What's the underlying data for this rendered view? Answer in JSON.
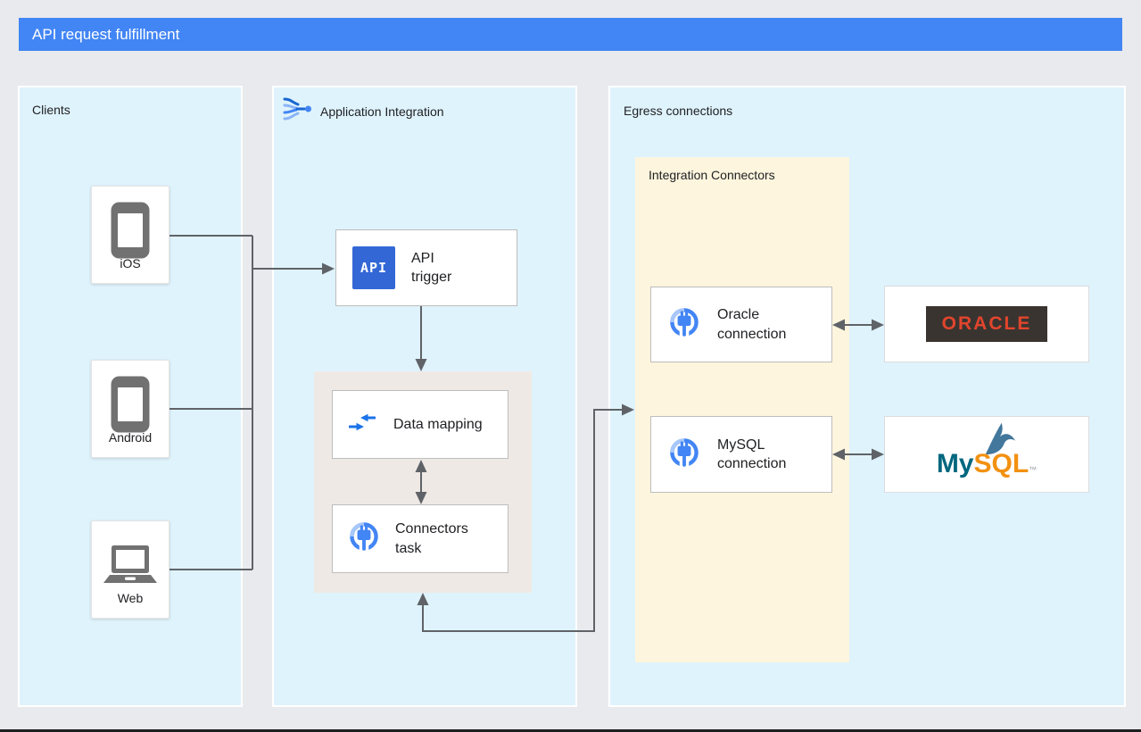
{
  "header": {
    "title": "API request fulfillment"
  },
  "panels": {
    "clients": {
      "label": "Clients"
    },
    "application_integration": {
      "label": "Application Integration",
      "icon": "application-integration-icon"
    },
    "egress": {
      "label": "Egress connections"
    }
  },
  "clients": {
    "items": [
      {
        "label": "iOS",
        "icon": "smartphone-icon"
      },
      {
        "label": "Android",
        "icon": "smartphone-icon"
      },
      {
        "label": "Web",
        "icon": "laptop-icon"
      }
    ]
  },
  "integration": {
    "api_trigger": {
      "label": "API trigger",
      "badge": "API",
      "icon": "api-trigger-icon"
    },
    "data_mapping": {
      "label": "Data mapping",
      "icon": "data-mapping-icon"
    },
    "connectors_task": {
      "label": "Connectors task",
      "icon": "connectors-icon"
    }
  },
  "egress": {
    "integration_connectors": {
      "label": "Integration Connectors"
    },
    "oracle_connection": {
      "label": "Oracle connection",
      "icon": "connectors-icon"
    },
    "mysql_connection": {
      "label": "MySQL connection",
      "icon": "connectors-icon"
    },
    "oracle_logo": {
      "wordmark": "ORACLE"
    },
    "mysql_logo": {
      "my": "My",
      "sql": "SQL",
      "tm": "™",
      "icon": "mysql-dolphin-icon"
    }
  },
  "colors": {
    "header_blue": "#4285F4",
    "panel_blue": "#DFF3FC",
    "panel_yellow": "#FDF5DD",
    "panel_grey": "#EFE9E5",
    "arrow_grey": "#5F6368",
    "icon_blue": "#4285F4",
    "icon_blue_light": "#A8C7FA",
    "api_badge_blue": "#3367D6",
    "oracle_red": "#E2452D",
    "oracle_badge_dark": "#3A3430",
    "mysql_teal": "#00677F",
    "mysql_orange": "#F29111"
  }
}
